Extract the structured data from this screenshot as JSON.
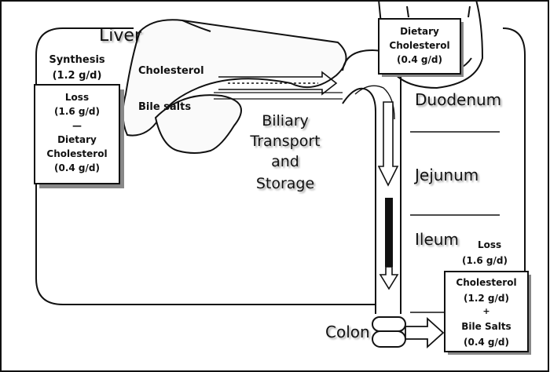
{
  "labels": {
    "liver": "Liver",
    "synthesis": [
      "Synthesis",
      "(1.2 g/d)"
    ],
    "loss_box": [
      "Loss",
      "(1.6 g/d)",
      "—",
      "Dietary",
      "Cholesterol",
      "(0.4 g/d)"
    ],
    "liver_cholesterol": "Cholesterol",
    "liver_bile_salts": "Bile salts",
    "biliary": [
      "Biliary",
      "Transport",
      "and",
      "Storage"
    ],
    "dietary_box": [
      "Dietary",
      "Cholesterol",
      "(0.4 g/d)"
    ],
    "duodenum": "Duodenum",
    "jejunum": "Jejunum",
    "ileum": "Ileum",
    "colon": "Colon",
    "right_loss": [
      "Loss",
      "(1.6 g/d)"
    ],
    "output_box": [
      "Cholesterol",
      "(1.2 g/d)",
      "+",
      "Bile Salts",
      "(0.4 g/d)"
    ]
  },
  "colors": {
    "ink": "#111111",
    "shadow": "#9a9a9a",
    "background": "#ffffff"
  }
}
